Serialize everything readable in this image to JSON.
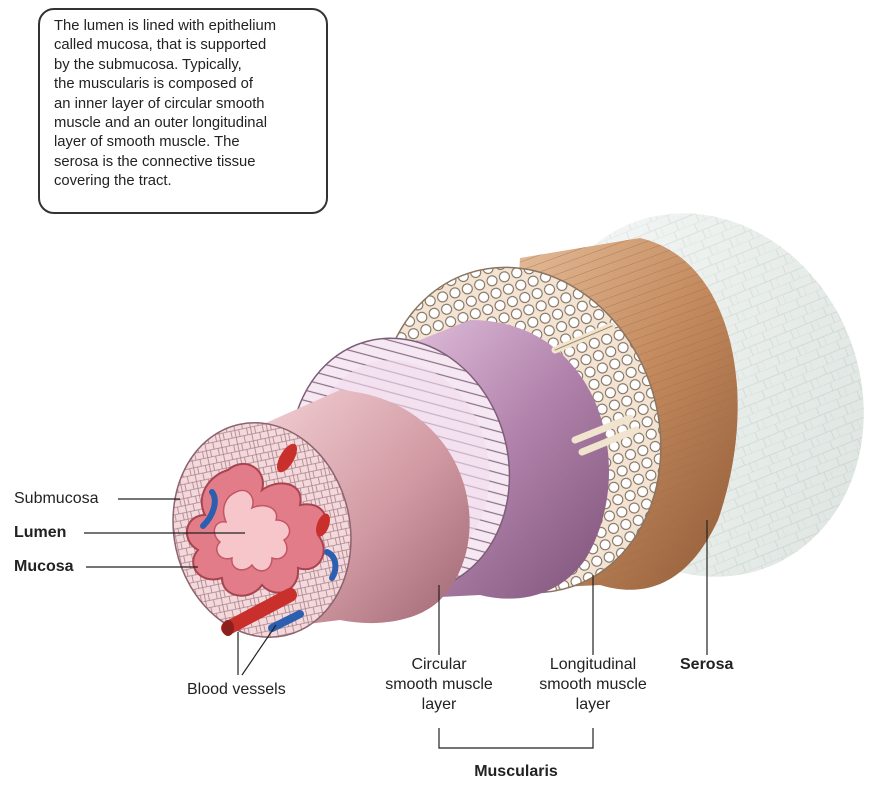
{
  "callout": {
    "lines": [
      "The lumen is lined with epithelium",
      "called mucosa, that is supported",
      "by the submucosa.  Typically,",
      "the  muscularis is composed of",
      "an inner layer of circular smooth",
      "muscle and an outer longitudinal",
      "layer of smooth muscle.  The",
      "serosa is the connective tissue",
      "covering the tract."
    ]
  },
  "labels": {
    "submucosa": "Submucosa",
    "lumen": "Lumen",
    "mucosa": "Mucosa",
    "blood_vessels": "Blood vessels",
    "circular": [
      "Circular",
      "smooth muscle",
      "layer"
    ],
    "longitudinal": [
      "Longitudinal",
      "smooth muscle",
      "layer"
    ],
    "serosa": "Serosa",
    "muscularis": "Muscularis"
  },
  "colors": {
    "serosa": "#e9efec",
    "longitudinal_muscle": "#c99066",
    "circular_muscle": "#a87da4",
    "submucosa": "#d6a3ad",
    "mucosa": "#e78a95",
    "lumen": "#f2c3c8",
    "artery": "#c9302c",
    "vein": "#2c5fb0"
  }
}
